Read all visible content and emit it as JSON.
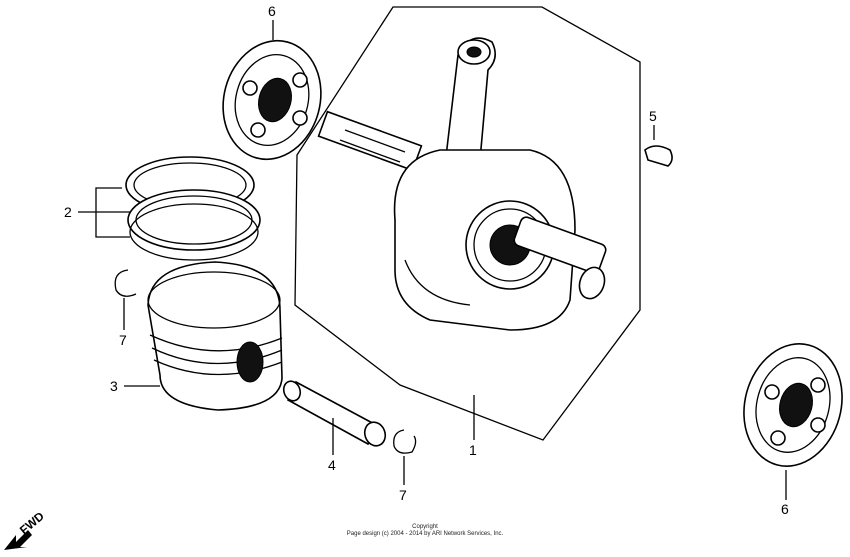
{
  "callouts": {
    "crankshaft": "1",
    "piston_rings": "2",
    "piston": "3",
    "piston_pin": "4",
    "woodruff_key": "5",
    "bearing_top": "6",
    "bearing_bottom": "6",
    "clip_left": "7",
    "clip_bottom": "7"
  },
  "direction_label": "FWD",
  "copyright": {
    "line1": "Copyright",
    "line2": "Page design (c) 2004 - 2014 by ARI Network Services, Inc."
  }
}
